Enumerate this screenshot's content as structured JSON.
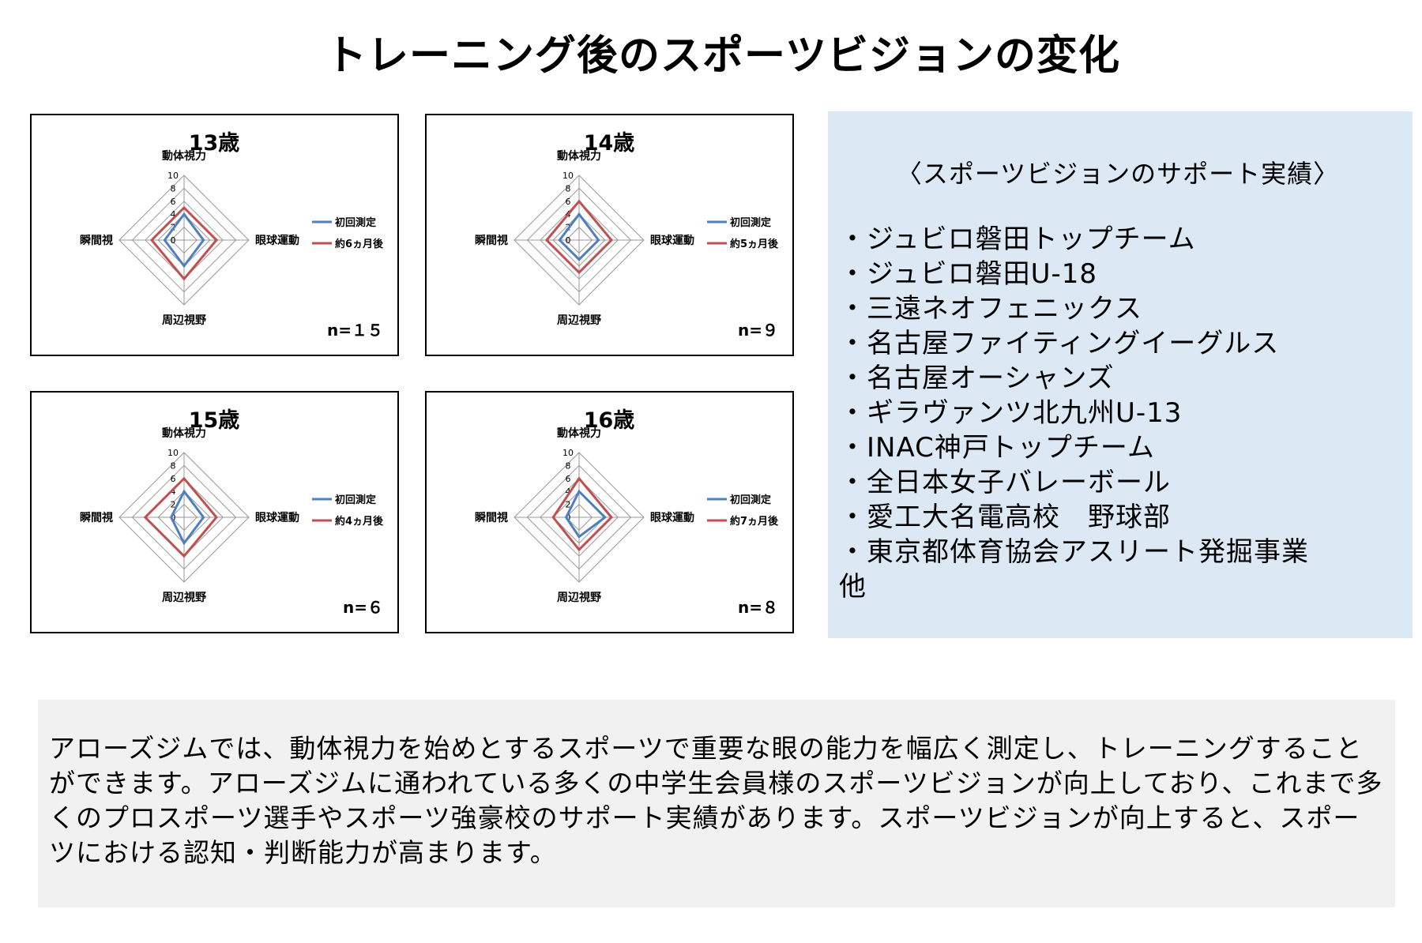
{
  "page_title": "トレーニング後のスポーツビジョンの変化",
  "colors": {
    "initial": "#4f7fbf",
    "after": "#c0504d",
    "grid": "#999999",
    "support_bg": "#dde8f5",
    "description_bg": "#f1f1f1"
  },
  "chart_data": [
    {
      "type": "radar",
      "title": "13歳",
      "axes": [
        "動体視力",
        "眼球運動",
        "周辺視野",
        "瞬間視"
      ],
      "range": [
        0,
        10
      ],
      "ticks": [
        "0",
        "2",
        "4",
        "6",
        "8",
        "10"
      ],
      "series": [
        {
          "name": "初回測定",
          "values": [
            4,
            3,
            4,
            3
          ]
        },
        {
          "name": "約6ヵ月後",
          "values": [
            5,
            5,
            6,
            5
          ]
        }
      ],
      "n_label": "n=１５",
      "legend": "right"
    },
    {
      "type": "radar",
      "title": "14歳",
      "axes": [
        "動体視力",
        "眼球運動",
        "周辺視野",
        "瞬間視"
      ],
      "range": [
        0,
        10
      ],
      "ticks": [
        "0",
        "2",
        "4",
        "6",
        "8",
        "10"
      ],
      "series": [
        {
          "name": "初回測定",
          "values": [
            4,
            3,
            3,
            3
          ]
        },
        {
          "name": "約5ヵ月後",
          "values": [
            6,
            5,
            5,
            5
          ]
        }
      ],
      "n_label": "n=９",
      "legend": "right"
    },
    {
      "type": "radar",
      "title": "15歳",
      "axes": [
        "動体視力",
        "眼球運動",
        "周辺視野",
        "瞬間視"
      ],
      "range": [
        0,
        10
      ],
      "ticks": [
        "0",
        "2",
        "4",
        "6",
        "8",
        "10"
      ],
      "series": [
        {
          "name": "初回測定",
          "values": [
            4,
            3,
            4,
            2
          ]
        },
        {
          "name": "約4ヵ月後",
          "values": [
            6,
            5,
            6,
            6
          ]
        }
      ],
      "n_label": "n=６",
      "legend": "right"
    },
    {
      "type": "radar",
      "title": "16歳",
      "axes": [
        "動体視力",
        "眼球運動",
        "周辺視野",
        "瞬間視"
      ],
      "range": [
        0,
        10
      ],
      "ticks": [
        "0",
        "2",
        "4",
        "6",
        "8",
        "10"
      ],
      "series": [
        {
          "name": "初回測定",
          "values": [
            4,
            4,
            3,
            2
          ]
        },
        {
          "name": "約7ヵ月後",
          "values": [
            6,
            5,
            5,
            4
          ]
        }
      ],
      "n_label": "n=８",
      "legend": "right"
    }
  ],
  "support": {
    "heading": "〈スポーツビジョンのサポート実績〉",
    "items": [
      "・ジュビロ磐田トップチーム",
      "・ジュビロ磐田U-18",
      "・三遠ネオフェニックス",
      "・名古屋ファイティングイーグルス",
      "・名古屋オーシャンズ",
      "・ギラヴァンツ北九州U-13",
      "・INAC神戸トップチーム",
      "・全日本女子バレーボール",
      "・愛工大名電高校　野球部",
      "・東京都体育協会アスリート発掘事業"
    ],
    "other": "他"
  },
  "description": "アローズジムでは、動体視力を始めとするスポーツで重要な眼の能力を幅広く測定し、トレーニングすることができます。アローズジムに通われている多くの中学生会員様のスポーツビジョンが向上しており、これまで多くのプロスポーツ選手やスポーツ強豪校のサポート実績があります。スポーツビジョンが向上すると、スポーツにおける認知・判断能力が高まります。"
}
